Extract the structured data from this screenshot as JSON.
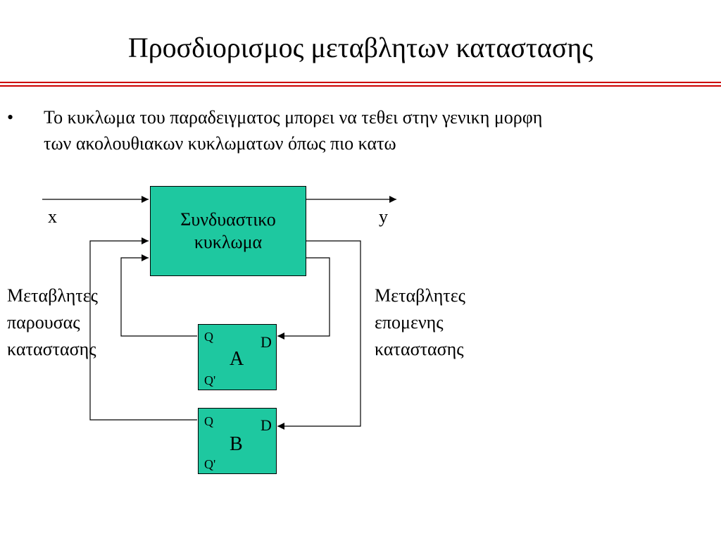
{
  "slide": {
    "title": "Προσδιορισμος μεταβλητων καταστασης",
    "rule_color": "#cc0000",
    "bullet": {
      "symbol": "•",
      "lines": [
        "Το κυκλωμα του παραδειγματος μπορει να  τεθει στην γενικη μορφη",
        "των ακολουθιακων κυκλωματων όπως πιο κατω"
      ]
    }
  },
  "diagram": {
    "block_color": "#1ec8a0",
    "input_label": "x",
    "output_label": "y",
    "combinational_block": {
      "lines": [
        "Συνδυαστικο",
        " κυκλωμα"
      ]
    },
    "present_state_label": {
      "lines": [
        "Μεταβλητες",
        "παρουσας",
        "καταστασης"
      ]
    },
    "next_state_label": {
      "lines": [
        "Μεταβλητες",
        "επομενης",
        "καταστασης"
      ]
    },
    "flip_flops": [
      {
        "name": "A",
        "q": "Q",
        "d": "D",
        "qbar": "Q'"
      },
      {
        "name": "B",
        "q": "Q",
        "d": "D",
        "qbar": "Q'"
      }
    ]
  }
}
